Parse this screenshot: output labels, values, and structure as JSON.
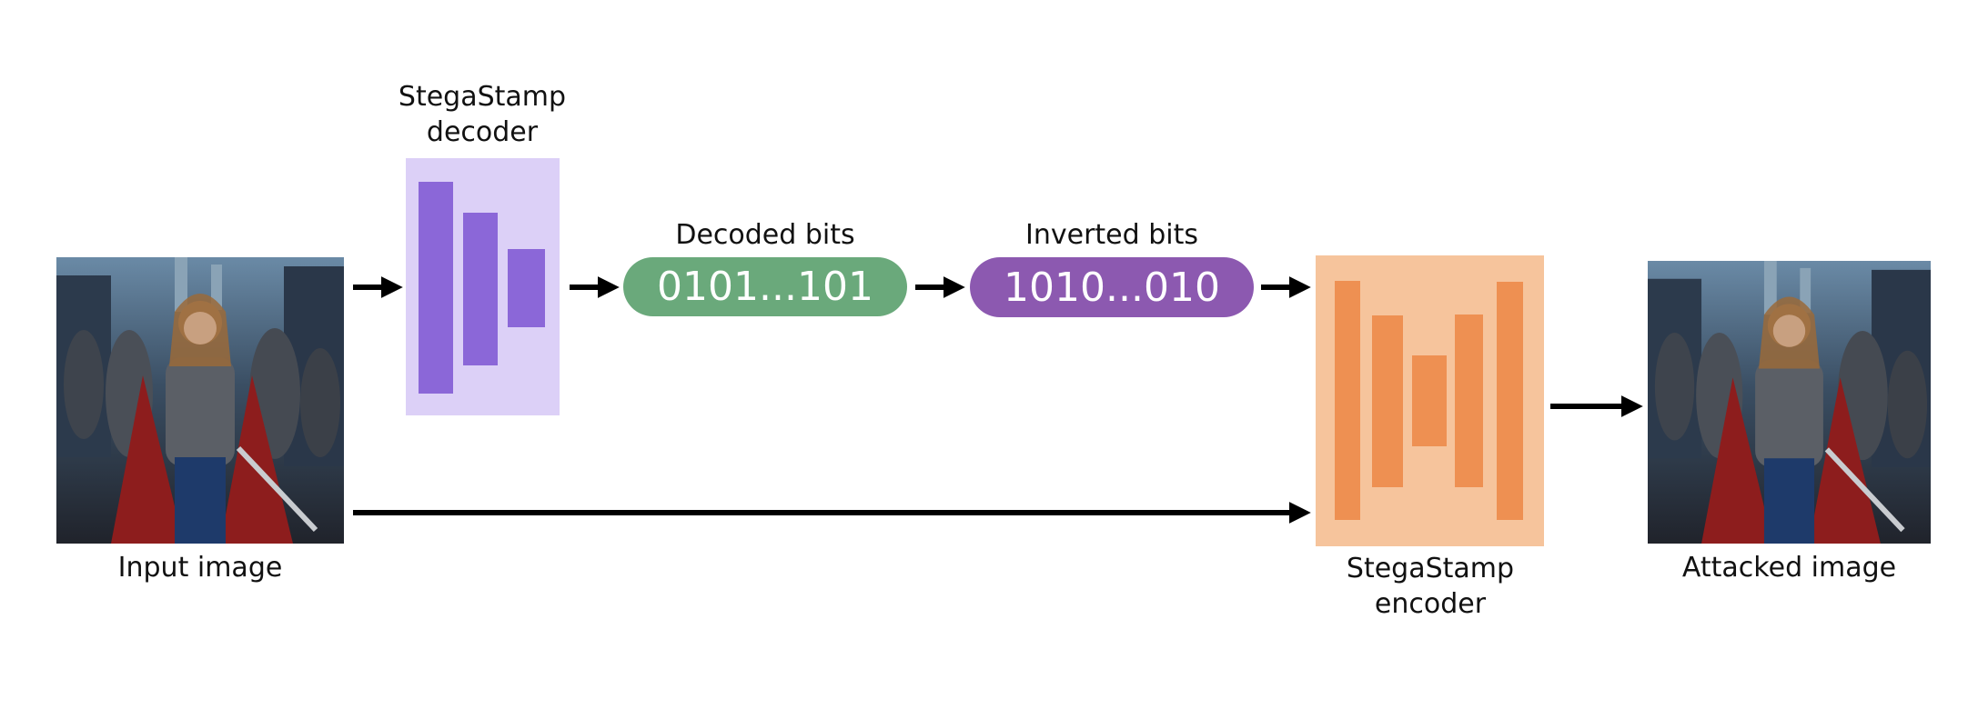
{
  "input_image": {
    "label": "Input image"
  },
  "decoder": {
    "label_line1": "StegaStamp",
    "label_line2": "decoder"
  },
  "decoded_bits": {
    "title": "Decoded bits",
    "value": "0101...101"
  },
  "inverted_bits": {
    "title": "Inverted bits",
    "value": "1010...010"
  },
  "encoder": {
    "label_line1": "StegaStamp",
    "label_line2": "encoder"
  },
  "attacked_image": {
    "label": "Attacked image"
  },
  "colors": {
    "decoder_bg": "#dcd0f7",
    "decoder_bar": "#8b67d8",
    "decoded_pill": "#6aa97b",
    "inverted_pill": "#8c59b0",
    "encoder_bg": "#f6c49c",
    "encoder_bar": "#ee9052",
    "arrow": "#000000"
  }
}
